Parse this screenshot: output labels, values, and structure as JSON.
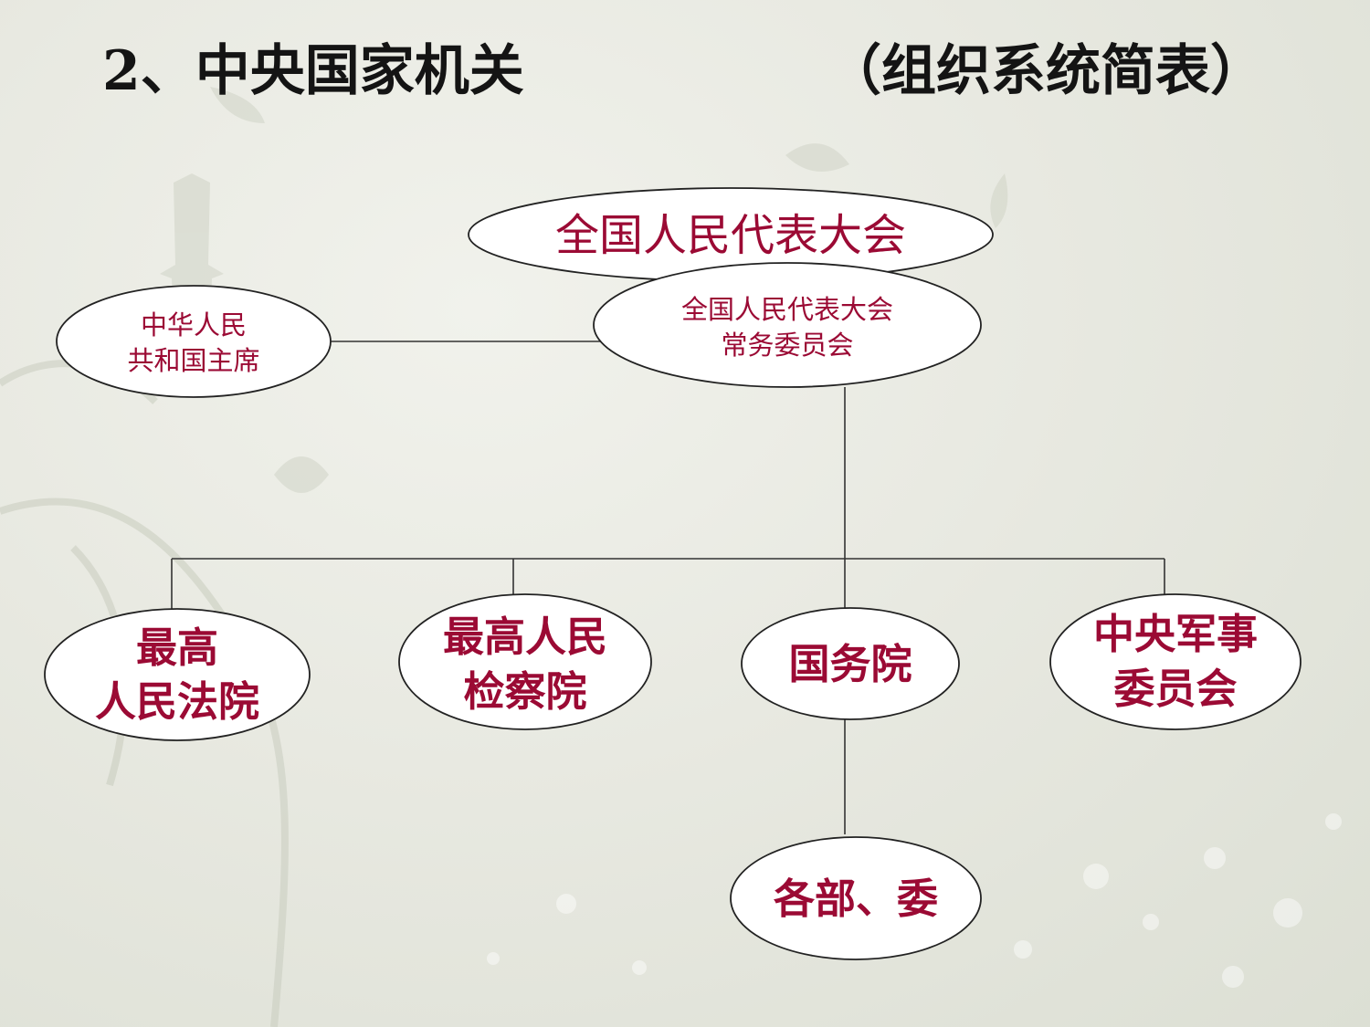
{
  "title": {
    "main": "2、中央国家机关",
    "sub": "（组织系统简表）"
  },
  "nodes": {
    "npc": [
      "全国人民代表大会"
    ],
    "npcsc": [
      "全国人民代表大会",
      "常务委员会"
    ],
    "president": [
      "中华人民",
      "共和国主席"
    ],
    "court": [
      "最高",
      "人民法院"
    ],
    "procuratorate": [
      "最高人民",
      "检察院"
    ],
    "state_council": [
      "国务院"
    ],
    "cmc": [
      "中央军事",
      "委员会"
    ],
    "ministries": [
      "各部、委"
    ]
  },
  "colors": {
    "label_text": "#9b0a34",
    "node_fill": "#ffffff",
    "connector": "#333333"
  }
}
